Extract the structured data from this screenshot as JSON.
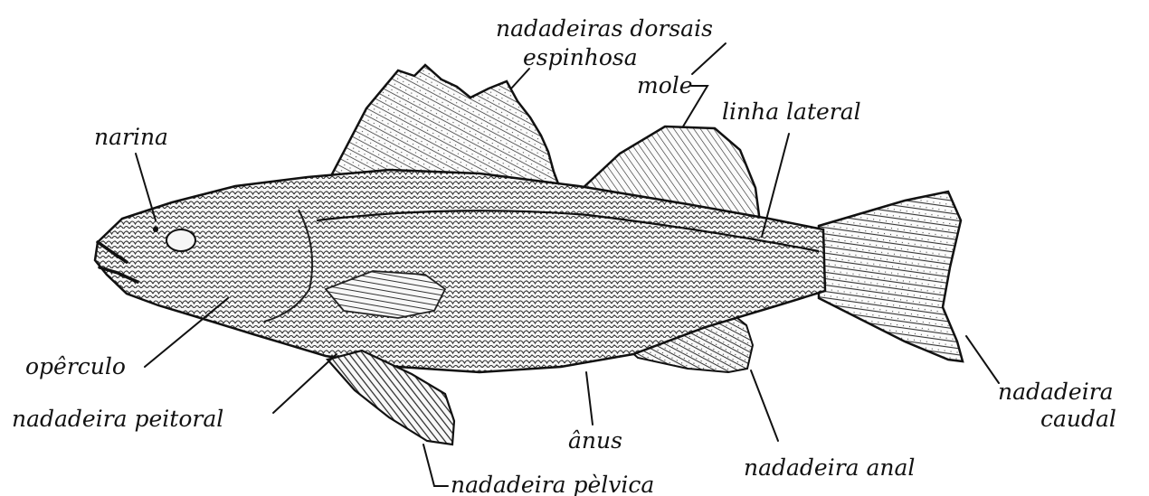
{
  "labels": {
    "nadadeiras_dorsais": "nadadeiras dorsais",
    "espinhosa": "espinhosa",
    "mole": "mole",
    "linha_lateral": "linha lateral",
    "narina": "narina",
    "operculo": "opêrculo",
    "nadadeira_peitoral": "nadadeira peitoral",
    "nadadeira_pelvica": "nadadeira pèlvica",
    "anus": "ânus",
    "nadadeira_anal": "nadadeira anal",
    "nadadeira_caudal_line1": "nadadeira",
    "nadadeira_caudal_line2": "caudal"
  }
}
